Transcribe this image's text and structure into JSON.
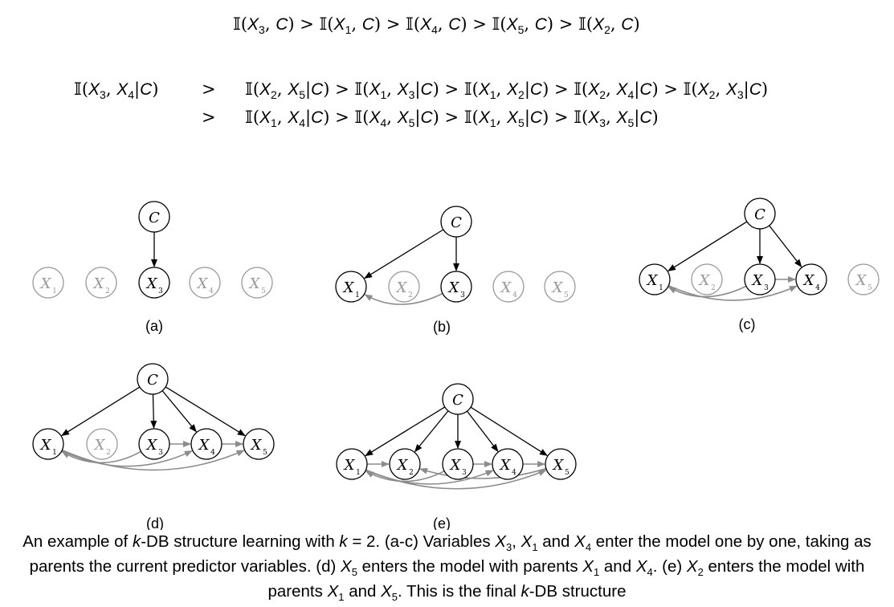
{
  "equations": {
    "mi_class_ranking": [
      {
        "fn": "𝕀",
        "a": "X",
        "a_sub": "3",
        "b": "C",
        "cond": false
      },
      {
        "fn": "𝕀",
        "a": "X",
        "a_sub": "1",
        "b": "C",
        "cond": false
      },
      {
        "fn": "𝕀",
        "a": "X",
        "a_sub": "4",
        "b": "C",
        "cond": false
      },
      {
        "fn": "𝕀",
        "a": "X",
        "a_sub": "5",
        "b": "C",
        "cond": false
      },
      {
        "fn": "𝕀",
        "a": "X",
        "a_sub": "2",
        "b": "C",
        "cond": false
      }
    ],
    "cmi_first": {
      "fn": "𝕀",
      "a": "X",
      "a_sub": "3",
      "b": "X",
      "b_sub": "4",
      "given": "C"
    },
    "cmi_line1": [
      {
        "fn": "𝕀",
        "a": "X",
        "a_sub": "2",
        "b": "X",
        "b_sub": "5",
        "given": "C"
      },
      {
        "fn": "𝕀",
        "a": "X",
        "a_sub": "1",
        "b": "X",
        "b_sub": "3",
        "given": "C"
      },
      {
        "fn": "𝕀",
        "a": "X",
        "a_sub": "1",
        "b": "X",
        "b_sub": "2",
        "given": "C"
      },
      {
        "fn": "𝕀",
        "a": "X",
        "a_sub": "2",
        "b": "X",
        "b_sub": "4",
        "given": "C"
      },
      {
        "fn": "𝕀",
        "a": "X",
        "a_sub": "2",
        "b": "X",
        "b_sub": "3",
        "given": "C"
      }
    ],
    "cmi_line2": [
      {
        "fn": "𝕀",
        "a": "X",
        "a_sub": "1",
        "b": "X",
        "b_sub": "4",
        "given": "C"
      },
      {
        "fn": "𝕀",
        "a": "X",
        "a_sub": "4",
        "b": "X",
        "b_sub": "5",
        "given": "C"
      },
      {
        "fn": "𝕀",
        "a": "X",
        "a_sub": "1",
        "b": "X",
        "b_sub": "5",
        "given": "C"
      },
      {
        "fn": "𝕀",
        "a": "X",
        "a_sub": "3",
        "b": "X",
        "b_sub": "5",
        "given": "C"
      }
    ],
    "gt": ">"
  },
  "panels": [
    {
      "label": "(a)",
      "nodes": {
        "C": {
          "text": "C",
          "active": true
        },
        "X1": {
          "text": "X",
          "sub": "1",
          "active": false
        },
        "X2": {
          "text": "X",
          "sub": "2",
          "active": false
        },
        "X3": {
          "text": "X",
          "sub": "3",
          "active": true
        },
        "X4": {
          "text": "X",
          "sub": "4",
          "active": false
        },
        "X5": {
          "text": "X",
          "sub": "5",
          "active": false
        }
      },
      "class_edges": [
        "X3"
      ],
      "feature_edges": []
    },
    {
      "label": "(b)",
      "nodes": {
        "C": {
          "text": "C",
          "active": true
        },
        "X1": {
          "text": "X",
          "sub": "1",
          "active": true
        },
        "X2": {
          "text": "X",
          "sub": "2",
          "active": false
        },
        "X3": {
          "text": "X",
          "sub": "3",
          "active": true
        },
        "X4": {
          "text": "X",
          "sub": "4",
          "active": false
        },
        "X5": {
          "text": "X",
          "sub": "5",
          "active": false
        }
      },
      "class_edges": [
        "X1",
        "X3"
      ],
      "feature_edges": [
        [
          "X3",
          "X1"
        ]
      ]
    },
    {
      "label": "(c)",
      "nodes": {
        "C": {
          "text": "C",
          "active": true
        },
        "X1": {
          "text": "X",
          "sub": "1",
          "active": true
        },
        "X2": {
          "text": "X",
          "sub": "2",
          "active": false
        },
        "X3": {
          "text": "X",
          "sub": "3",
          "active": true
        },
        "X4": {
          "text": "X",
          "sub": "4",
          "active": true
        },
        "X5": {
          "text": "X",
          "sub": "5",
          "active": false
        }
      },
      "class_edges": [
        "X1",
        "X3",
        "X4"
      ],
      "feature_edges": [
        [
          "X3",
          "X1"
        ],
        [
          "X3",
          "X4"
        ],
        [
          "X1",
          "X4"
        ]
      ]
    },
    {
      "label": "(d)",
      "nodes": {
        "C": {
          "text": "C",
          "active": true
        },
        "X1": {
          "text": "X",
          "sub": "1",
          "active": true
        },
        "X2": {
          "text": "X",
          "sub": "2",
          "active": false
        },
        "X3": {
          "text": "X",
          "sub": "3",
          "active": true
        },
        "X4": {
          "text": "X",
          "sub": "4",
          "active": true
        },
        "X5": {
          "text": "X",
          "sub": "5",
          "active": true
        }
      },
      "class_edges": [
        "X1",
        "X3",
        "X4",
        "X5"
      ],
      "feature_edges": [
        [
          "X3",
          "X1"
        ],
        [
          "X3",
          "X4"
        ],
        [
          "X1",
          "X4"
        ],
        [
          "X4",
          "X5"
        ],
        [
          "X1",
          "X5"
        ]
      ]
    },
    {
      "label": "(e)",
      "nodes": {
        "C": {
          "text": "C",
          "active": true
        },
        "X1": {
          "text": "X",
          "sub": "1",
          "active": true
        },
        "X2": {
          "text": "X",
          "sub": "2",
          "active": true
        },
        "X3": {
          "text": "X",
          "sub": "3",
          "active": true
        },
        "X4": {
          "text": "X",
          "sub": "4",
          "active": true
        },
        "X5": {
          "text": "X",
          "sub": "5",
          "active": true
        }
      },
      "class_edges": [
        "X1",
        "X2",
        "X3",
        "X4",
        "X5"
      ],
      "feature_edges": [
        [
          "X1",
          "X2"
        ],
        [
          "X3",
          "X4"
        ],
        [
          "X4",
          "X5"
        ],
        [
          "X5",
          "X2"
        ],
        [
          "X3",
          "X1"
        ],
        [
          "X1",
          "X4"
        ],
        [
          "X1",
          "X5"
        ]
      ]
    }
  ],
  "caption": {
    "s1": "An example of ",
    "k": "k",
    "s2": "-DB structure learning with ",
    "s3": " = 2. (a-c) Variables ",
    "v3": "X",
    "v3_sub": "3",
    "s4": ", ",
    "v1": "X",
    "v1_sub": "1",
    "s5": " and ",
    "v4": "X",
    "v4_sub": "4",
    "s6": " enter the model one by one, taking as parents the current predictor variables. (d) ",
    "v5": "X",
    "v5_sub": "5",
    "s7": " enters the model with parents ",
    "s8": " and ",
    "s9": ". (e) ",
    "v2": "X",
    "v2_sub": "2",
    "s10": " enters the model with parents ",
    "s11": " and ",
    "s12": ". This is the final ",
    "s13": "-DB structure"
  }
}
